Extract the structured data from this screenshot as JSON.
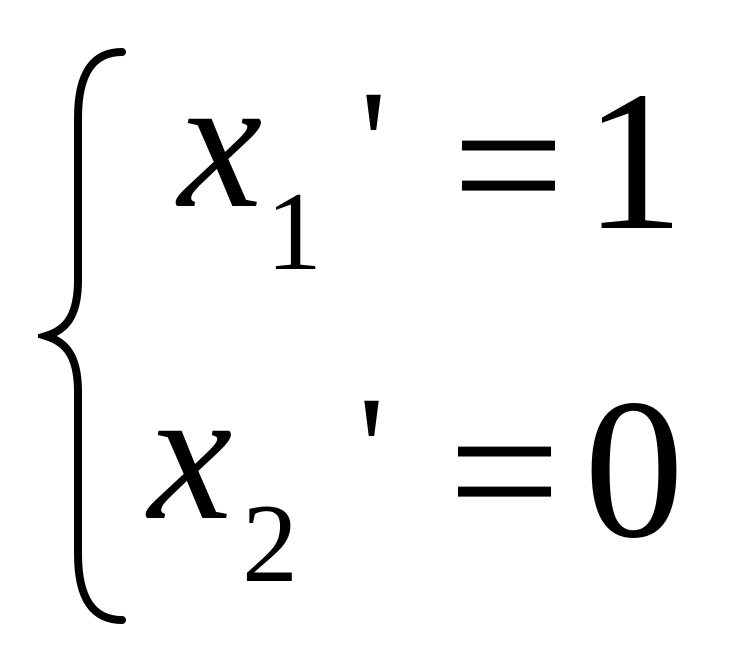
{
  "system": {
    "brace_symbol": "{",
    "equations": [
      {
        "variable": "x",
        "subscript": "1",
        "prime": "'",
        "equals": "=",
        "rhs": "1"
      },
      {
        "variable": "x",
        "subscript": "2",
        "prime": "'",
        "equals": "=",
        "rhs": "0"
      }
    ]
  }
}
